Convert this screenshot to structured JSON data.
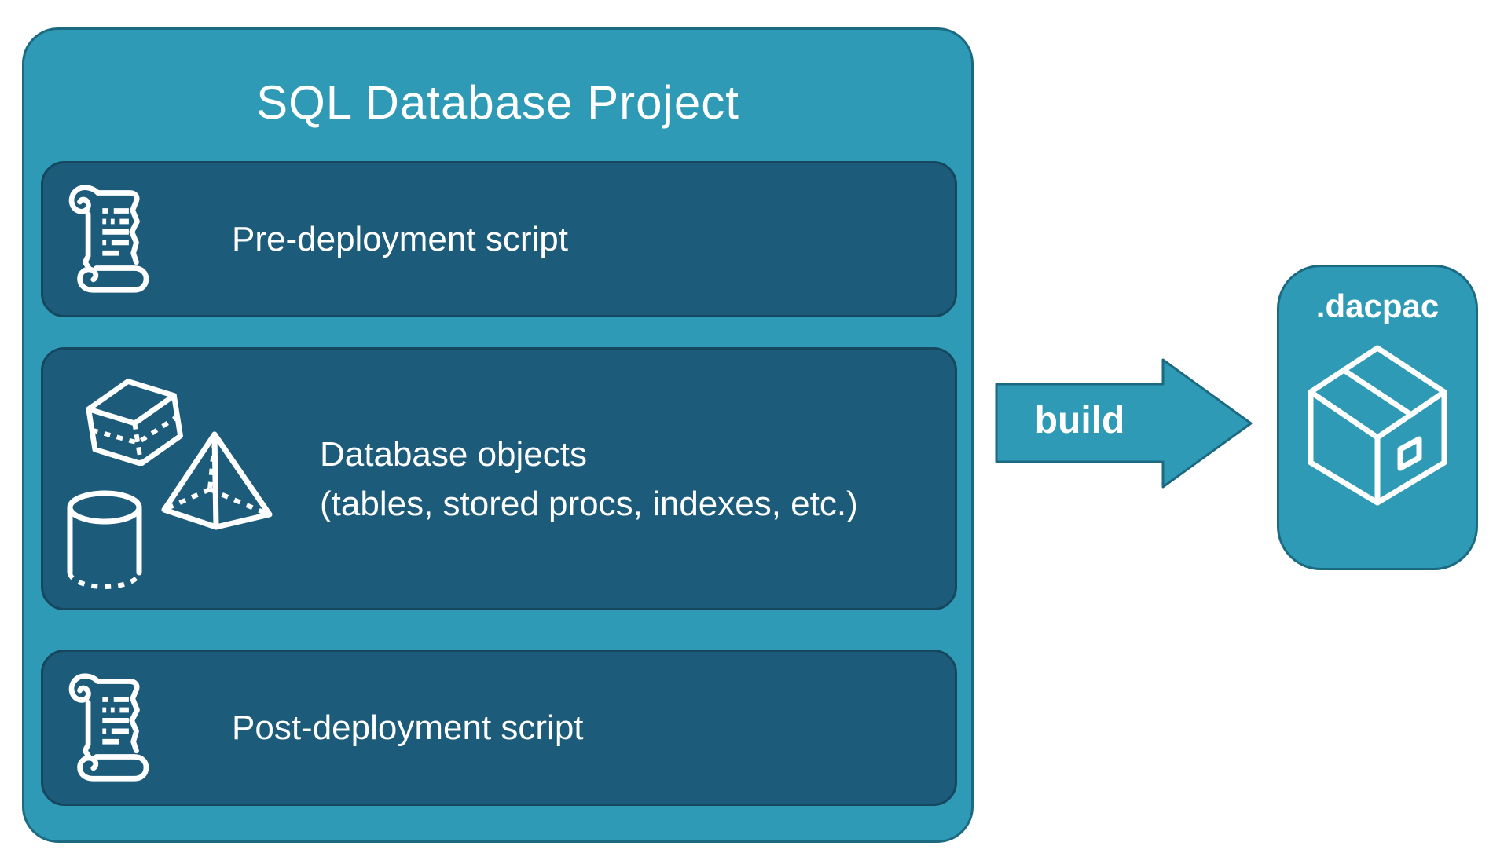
{
  "project": {
    "title": "SQL Database Project",
    "items": [
      {
        "label": "Pre-deployment script",
        "icon": "scroll-icon"
      },
      {
        "label": "Database objects",
        "sublabel": "(tables, stored procs, indexes, etc.)",
        "icon": "database-objects-icons"
      },
      {
        "label": "Post-deployment script",
        "icon": "scroll-icon"
      }
    ]
  },
  "build_arrow": {
    "label": "build"
  },
  "artifact": {
    "label": ".dacpac",
    "icon": "package-icon"
  },
  "colors": {
    "teal": "#2E9AB5",
    "teal_border": "#1C6A82",
    "panel_blue": "#1D5B7A",
    "panel_border": "#15485F",
    "text": "#FFFFFF",
    "background": "#FFFFFF"
  }
}
